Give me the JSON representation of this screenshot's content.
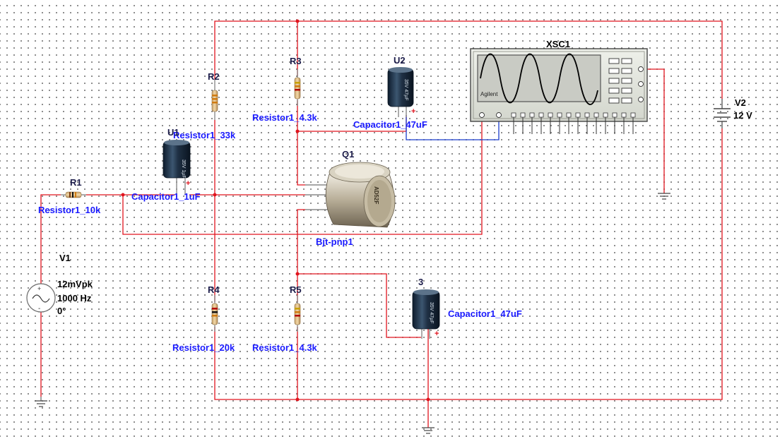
{
  "components": {
    "r1": {
      "ref": "R1",
      "value": "Resistor1_10k"
    },
    "r2": {
      "ref": "R2",
      "value": "Resistor1_33k"
    },
    "r3": {
      "ref": "R3",
      "value": "Resistor1_4.3k"
    },
    "r4": {
      "ref": "R4",
      "value": "Resistor1_20k"
    },
    "r5": {
      "ref": "R5",
      "value": "Resistor1_4.3k"
    },
    "u1": {
      "ref": "U1",
      "value": "Capacitor1_1uF"
    },
    "u2": {
      "ref": "U2",
      "value": "Capacitor1_47uF"
    },
    "u3": {
      "ref": "3",
      "value": "Capacitor1_47uF"
    },
    "q1": {
      "ref": "Q1",
      "value": "Bjt-pnp1",
      "marking": "AD52F"
    },
    "v1": {
      "ref": "V1",
      "amplitude": "12mVpk",
      "frequency": "1000 Hz",
      "phase": "0°"
    },
    "v2": {
      "ref": "V2",
      "voltage": "12 V"
    },
    "xsc1": {
      "ref": "XSC1",
      "brand": "Agilent"
    }
  },
  "colors": {
    "wire": "#e0141e",
    "probe_wire": "#1a3ccc",
    "label_blue": "#1a1aff",
    "grid_dot": "#6f6f6f"
  },
  "icons": [
    "resistor-icon",
    "capacitor-icon",
    "transistor-icon",
    "ac-source-icon",
    "battery-icon",
    "ground-icon",
    "oscilloscope-icon"
  ]
}
